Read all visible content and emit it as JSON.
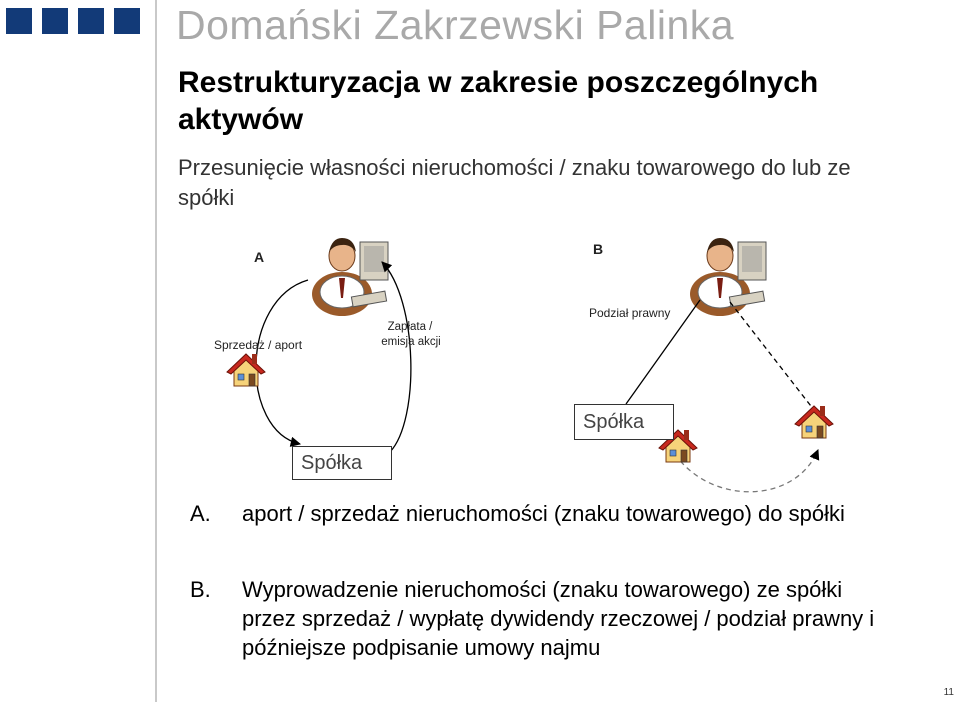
{
  "header": {
    "brand": "Domański Zakrzewski Palinka"
  },
  "slide": {
    "title": "Restrukturyzacja w zakresie poszczególnych aktywów",
    "subtitle": "Przesunięcie własności nieruchomości / znaku towarowego do lub ze spółki"
  },
  "diagram": {
    "label_a": "A",
    "label_b": "B",
    "sale_label": "Sprzedaż / aport",
    "payment_label_1": "Zapłata /",
    "payment_label_2": "emisja akcji",
    "split_label": "Podział prawny",
    "company_a": "Spółka",
    "company_b": "Spółka"
  },
  "list": [
    {
      "marker": "A.",
      "text": "aport / sprzedaż nieruchomości (znaku towarowego) do spółki"
    },
    {
      "marker": "B.",
      "text": "Wyprowadzenie nieruchomości (znaku towarowego) ze spółki przez sprzedaż / wypłatę dywidendy rzeczowej  / podział prawny i późniejsze podpisanie umowy najmu"
    }
  ],
  "footer": {
    "page_number": "11"
  }
}
